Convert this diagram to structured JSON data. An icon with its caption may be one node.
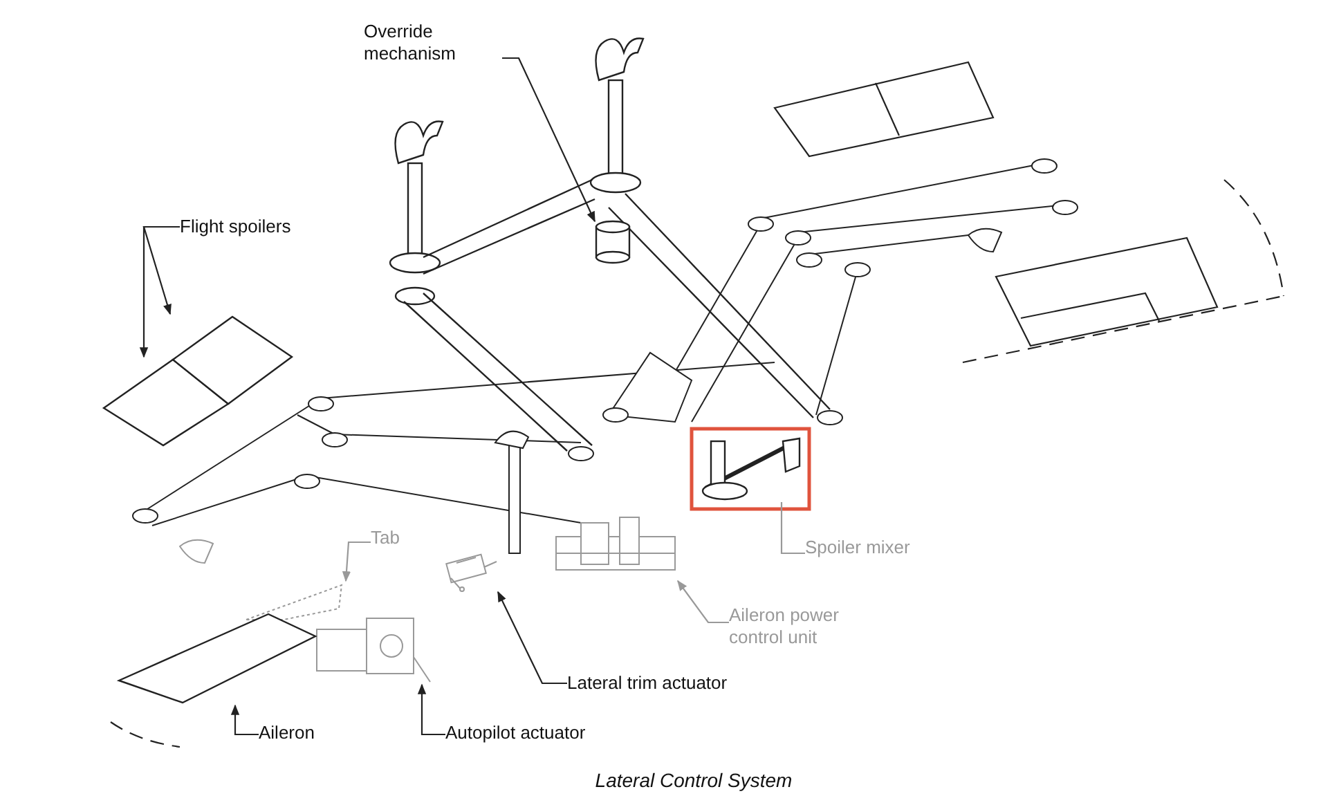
{
  "diagram": {
    "caption": "Lateral Control System",
    "nodes": [
      {
        "text": [
          "Override mechanism"
        ]
      },
      {
        "text": [],
        "shape": "cylinder"
      },
      {
        "text": [
          "Flight spoilers"
        ]
      },
      {
        "text": [],
        "shape": "picture"
      },
      {
        "text": [],
        "shape": "picture"
      },
      {
        "text": [
          "Spoiler mixer"
        ]
      },
      {
        "text": [],
        "shape": "picture"
      },
      {
        "text": [
          "Tab"
        ]
      },
      {
        "text": [],
        "shape": "picture"
      },
      {
        "text": [
          "Aileron power control unit"
        ]
      },
      {
        "text": [],
        "shape": "picture"
      },
      {
        "text": [
          "Lateral trim actuator"
        ]
      },
      {
        "text": [],
        "shape": "picture"
      },
      {
        "text": [
          "Autopilot actuator"
        ]
      },
      {
        "text": [],
        "shape": "picture"
      },
      {
        "text": [
          "Aileron"
        ]
      },
      {
        "text": [],
        "shape": "picture"
      }
    ],
    "edges": [
      {
        "from": 0,
        "to": 1,
        "arrow": "to"
      },
      {
        "from": 2,
        "to": 3,
        "arrow": "to"
      },
      {
        "from": 2,
        "to": 4,
        "arrow": "to"
      },
      {
        "from": 5,
        "to": 6,
        "arrow": "none",
        "color": "#999999"
      },
      {
        "from": 7,
        "to": 8,
        "arrow": "to",
        "color": "#999999"
      },
      {
        "from": 9,
        "to": 10,
        "arrow": "to",
        "color": "#999999"
      },
      {
        "from": 11,
        "to": 12,
        "arrow": "to"
      },
      {
        "from": 13,
        "to": 14,
        "arrow": "to"
      },
      {
        "from": 15,
        "to": 16,
        "arrow": "to"
      }
    ]
  }
}
